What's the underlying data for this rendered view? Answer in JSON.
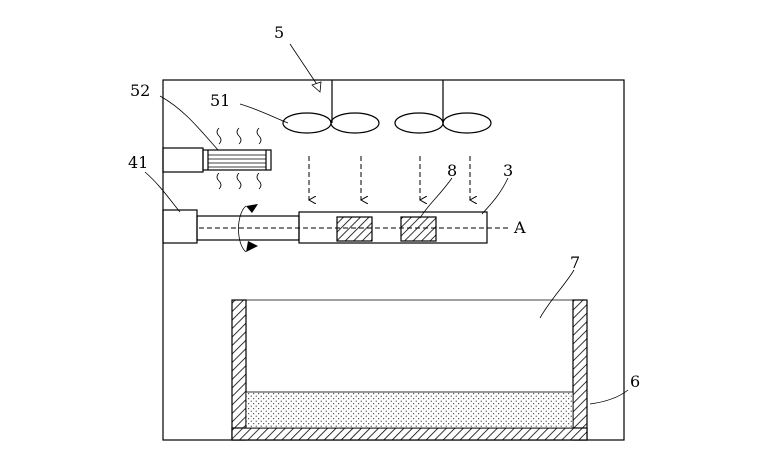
{
  "labels": {
    "fan_assembly": "5",
    "fan_blade": "51",
    "heater": "52",
    "rotary_motor": "41",
    "sample": "8",
    "rod": "3",
    "axis": "A",
    "tank": "7",
    "liquid": "6"
  }
}
